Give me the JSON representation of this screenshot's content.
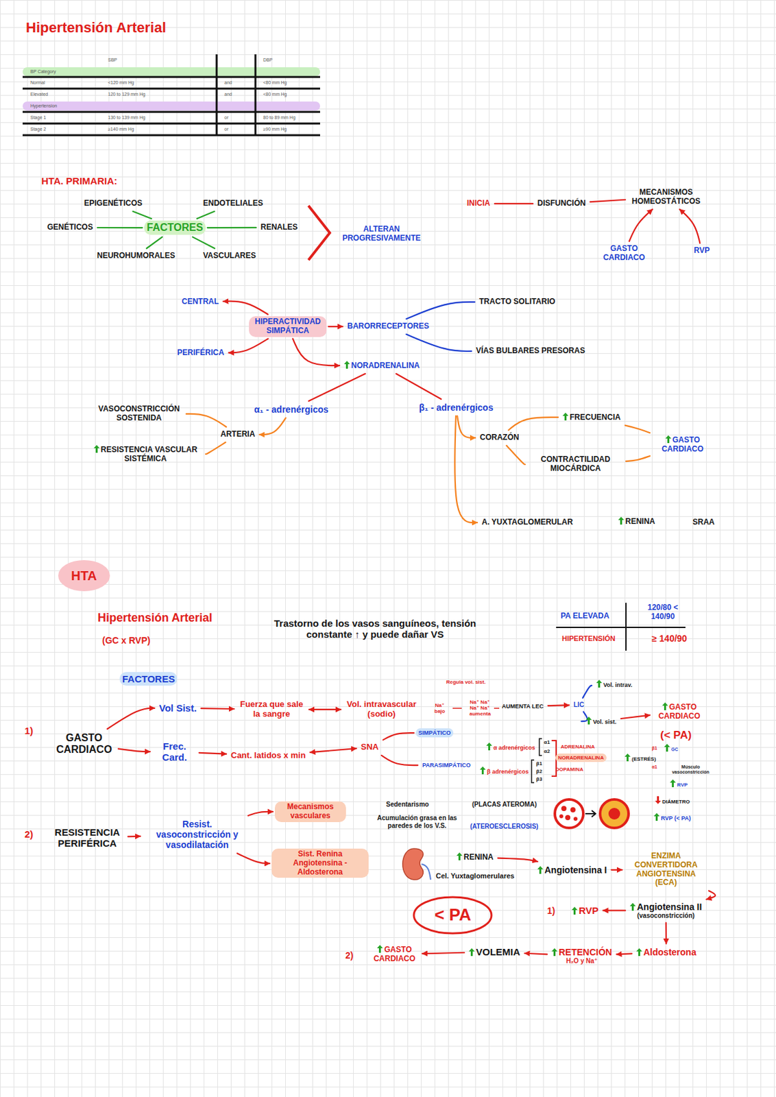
{
  "diagram": {
    "title": "Hipertensión Arterial",
    "nodes": [
      {
        "text": [
          "FACTORES"
        ]
      },
      {
        "text": [
          "EPIGENÉTICOS"
        ]
      },
      {
        "text": [
          "ENDOTELIALES"
        ]
      },
      {
        "text": [
          "GENÉTICOS"
        ]
      },
      {
        "text": [
          "RENALES"
        ]
      },
      {
        "text": [
          "NEUROHUMORALES"
        ]
      },
      {
        "text": [
          "VASCULARES"
        ]
      },
      {
        "text": [
          "ALTERAN PROGRESIVAMENTE"
        ]
      },
      {
        "text": [
          "INICIA"
        ]
      },
      {
        "text": [
          "DISFUNCIÓN"
        ]
      },
      {
        "text": [
          "MECANISMOS HOMEOSTÁTICOS"
        ]
      },
      {
        "text": [
          "GASTO CARDIACO"
        ]
      },
      {
        "text": [
          "RVP"
        ]
      },
      {
        "text": [
          "HIPERACTIVIDAD SIMPÁTICA"
        ]
      },
      {
        "text": [
          "CENTRAL"
        ]
      },
      {
        "text": [
          "PERIFÉRICA"
        ]
      },
      {
        "text": [
          "BARORRECEPTORES"
        ]
      },
      {
        "text": [
          "TRACTO SOLITARIO"
        ]
      },
      {
        "text": [
          "VÍAS BULBARES PRESORAS"
        ]
      },
      {
        "text": [
          "NORADRENALINA"
        ]
      },
      {
        "text": [
          "α₁ - adrenérgicos"
        ]
      },
      {
        "text": [
          "β₁ - adrenérgicos"
        ]
      },
      {
        "text": [
          "ARTERIA"
        ]
      },
      {
        "text": [
          "VASOCONSTRICCIÓN SOSTENIDA"
        ]
      },
      {
        "text": [
          "RESISTENCIA VASCULAR SISTÉMICA"
        ]
      },
      {
        "text": [
          "CORAZÓN"
        ]
      },
      {
        "text": [
          "FRECUENCIA"
        ]
      },
      {
        "text": [
          "CONTRACTILIDAD MIOCÁRDICA"
        ]
      },
      {
        "text": [
          "GASTO CARDIACO"
        ]
      },
      {
        "text": [
          "A. YUXTAGLOMERULAR"
        ]
      },
      {
        "text": [
          "RENINA"
        ]
      },
      {
        "text": [
          "SRAA"
        ]
      },
      {
        "text": [
          "FACTORES"
        ]
      },
      {
        "text": [
          "GASTO CARDIACO"
        ]
      },
      {
        "text": [
          "Vol Sist."
        ]
      },
      {
        "text": [
          "Fuerza que sale la sangre"
        ]
      },
      {
        "text": [
          "Vol. intravascular (sodio)"
        ]
      },
      {
        "text": [
          "AUMENTA LEC"
        ]
      },
      {
        "text": [
          "LIC"
        ]
      },
      {
        "text": [
          "Vol. intrav."
        ]
      },
      {
        "text": [
          "Vol. sist."
        ]
      },
      {
        "text": [
          "GASTO CARDIACO"
        ]
      },
      {
        "text": [
          "Frec. Card."
        ]
      },
      {
        "text": [
          "Cant. latidos x min"
        ]
      },
      {
        "text": [
          "SNA"
        ]
      },
      {
        "text": [
          "SIMPÁTICO"
        ]
      },
      {
        "text": [
          "PARASIMPÁTICO"
        ]
      },
      {
        "text": [
          "RESISTENCIA PERIFÉRICA"
        ]
      },
      {
        "text": [
          "Resist. vasoconstricción y vasodilatación"
        ]
      },
      {
        "text": [
          "Mecanismos vasculares"
        ]
      },
      {
        "text": [
          "Sist. Renina Angiotensina - Aldosterona"
        ]
      },
      {
        "text": [
          "RENINA"
        ]
      },
      {
        "text": [
          "Angiotensina I"
        ]
      },
      {
        "text": [
          "ENZIMA CONVERTIDORA ANGIOTENSINA (ECA)"
        ]
      },
      {
        "text": [
          "Angiotensina II",
          "(vasoconstricción)"
        ]
      },
      {
        "text": [
          "RVP"
        ]
      },
      {
        "text": [
          "Aldosterona"
        ]
      },
      {
        "text": [
          "RETENCIÓN",
          "H₂O y Na⁺"
        ]
      },
      {
        "text": [
          "VOLEMIA"
        ]
      },
      {
        "text": [
          "GASTO CARDIACO"
        ]
      }
    ],
    "edges": [
      {
        "from": 1,
        "to": 0,
        "arrow": "none"
      },
      {
        "from": 2,
        "to": 0,
        "arrow": "none"
      },
      {
        "from": 3,
        "to": 0,
        "arrow": "none"
      },
      {
        "from": 4,
        "to": 0,
        "arrow": "none"
      },
      {
        "from": 5,
        "to": 0,
        "arrow": "none"
      },
      {
        "from": 6,
        "to": 0,
        "arrow": "none"
      },
      {
        "from": 8,
        "to": 9,
        "arrow": "none"
      },
      {
        "from": 9,
        "to": 10,
        "arrow": "none"
      },
      {
        "from": 11,
        "to": 10,
        "arrow": "to"
      },
      {
        "from": 12,
        "to": 10,
        "arrow": "to"
      },
      {
        "from": 13,
        "to": 14,
        "arrow": "to"
      },
      {
        "from": 13,
        "to": 15,
        "arrow": "to"
      },
      {
        "from": 13,
        "to": 16,
        "arrow": "to"
      },
      {
        "from": 16,
        "to": 17,
        "arrow": "none"
      },
      {
        "from": 16,
        "to": 18,
        "arrow": "none"
      },
      {
        "from": 13,
        "to": 19,
        "arrow": "to"
      },
      {
        "from": 19,
        "to": 20,
        "arrow": "none"
      },
      {
        "from": 19,
        "to": 21,
        "arrow": "none"
      },
      {
        "from": 20,
        "to": 22,
        "arrow": "to"
      },
      {
        "from": 22,
        "to": 23,
        "arrow": "none"
      },
      {
        "from": 22,
        "to": 24,
        "arrow": "none"
      },
      {
        "from": 21,
        "to": 25,
        "arrow": "to"
      },
      {
        "from": 25,
        "to": 26,
        "arrow": "none"
      },
      {
        "from": 25,
        "to": 27,
        "arrow": "none"
      },
      {
        "from": 26,
        "to": 28,
        "arrow": "none"
      },
      {
        "from": 27,
        "to": 28,
        "arrow": "none"
      },
      {
        "from": 21,
        "to": 29,
        "arrow": "to"
      },
      {
        "from": 33,
        "to": 34,
        "arrow": "to"
      },
      {
        "from": 33,
        "to": 42,
        "arrow": "to"
      },
      {
        "from": 34,
        "to": 35,
        "arrow": "to"
      },
      {
        "from": 35,
        "to": 36,
        "arrow": "both"
      },
      {
        "from": 37,
        "to": 38,
        "arrow": "to"
      },
      {
        "from": 38,
        "to": 39,
        "arrow": "none"
      },
      {
        "from": 38,
        "to": 40,
        "arrow": "none"
      },
      {
        "from": 40,
        "to": 41,
        "arrow": "to"
      },
      {
        "from": 42,
        "to": 43,
        "arrow": "to"
      },
      {
        "from": 43,
        "to": 44,
        "arrow": "both"
      },
      {
        "from": 44,
        "to": 45,
        "arrow": "none"
      },
      {
        "from": 44,
        "to": 46,
        "arrow": "none"
      },
      {
        "from": 47,
        "to": 48,
        "arrow": "to"
      },
      {
        "from": 48,
        "to": 49,
        "arrow": "to"
      },
      {
        "from": 48,
        "to": 50,
        "arrow": "to"
      },
      {
        "from": 51,
        "to": 52,
        "arrow": "to"
      },
      {
        "from": 52,
        "to": 53,
        "arrow": "to"
      },
      {
        "from": 53,
        "to": 54,
        "arrow": "to"
      },
      {
        "from": 54,
        "to": 55,
        "arrow": "to"
      },
      {
        "from": 54,
        "to": 56,
        "arrow": "to"
      },
      {
        "from": 56,
        "to": 57,
        "arrow": "to"
      },
      {
        "from": 57,
        "to": 58,
        "arrow": "to"
      },
      {
        "from": 58,
        "to": 59,
        "arrow": "to"
      }
    ],
    "labels": [
      "SBP",
      "DBP",
      "BP Category",
      "Normal",
      "<120 mm Hg",
      "and",
      "<80 mm Hg",
      "Elevated",
      "120 to 129 mm Hg",
      "and",
      "<80 mm Hg",
      "Hypertension",
      "Stage 1",
      "130 to 139 mm Hg",
      "or",
      "80 to 89 mm Hg",
      "Stage 2",
      "≥140 mm Hg",
      "or",
      "≥90 mm Hg",
      "HTA. PRIMARIA:",
      "HTA",
      "Hipertensión Arterial",
      "(GC x RVP)",
      "Trastorno de los vasos sanguíneos, tensión constante ↑ y puede dañar VS",
      "PA ELEVADA",
      "120/80 < 140/90",
      "HIPERTENSIÓN",
      "≥ 140/90",
      "1)",
      "Regula vol. sist.",
      "Na⁺ bajo",
      "Na⁺ Na⁺ Na⁺ Na⁺ aumenta",
      "(< PA)",
      "α adrenérgicos",
      "α1",
      "α2",
      "β adrenérgicos",
      "β1",
      "β2",
      "β3",
      "ADRENALINA",
      "NORADRENALINA",
      "DOPAMINA",
      "(ESTRÉS)",
      "β1",
      "GC",
      "α1",
      "Músculo vasoconstricción",
      "RVP",
      "2)",
      "Sedentarismo",
      "Acumulación grasa en las paredes de los V.S.",
      "(PLACAS ATEROMA)",
      "(ATEROESCLEROSIS)",
      "DIÁMETRO",
      "RVP (< PA)",
      "Cel. Yuxtaglomerulares",
      "1)",
      "2)",
      "< PA"
    ]
  }
}
